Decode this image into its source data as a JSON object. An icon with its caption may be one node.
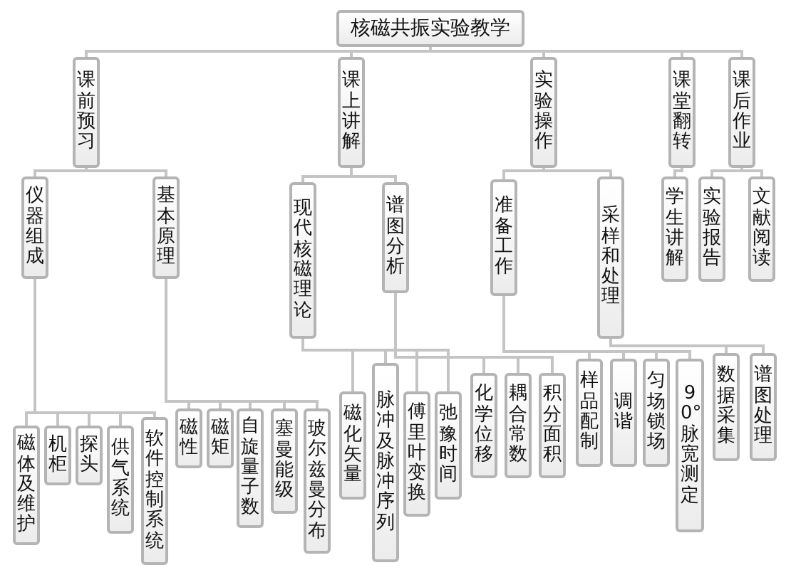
{
  "diagram": {
    "nodes": [
      {
        "text": [
          "核磁共振实验教学"
        ]
      },
      {
        "text": [
          "课前预习"
        ]
      },
      {
        "text": [
          "课上讲解"
        ]
      },
      {
        "text": [
          "实验操作"
        ]
      },
      {
        "text": [
          "课堂翻转"
        ]
      },
      {
        "text": [
          "课后作业"
        ]
      },
      {
        "text": [
          "仪器组成"
        ]
      },
      {
        "text": [
          "基本原理"
        ]
      },
      {
        "text": [
          "现代核磁理论"
        ]
      },
      {
        "text": [
          "谱图分析"
        ]
      },
      {
        "text": [
          "准备工作"
        ]
      },
      {
        "text": [
          "采样和处理"
        ]
      },
      {
        "text": [
          "学生讲解"
        ]
      },
      {
        "text": [
          "实验报告"
        ]
      },
      {
        "text": [
          "文献阅读"
        ]
      },
      {
        "text": [
          "磁体及维护"
        ]
      },
      {
        "text": [
          "机柜"
        ]
      },
      {
        "text": [
          "探头"
        ]
      },
      {
        "text": [
          "供气系统"
        ]
      },
      {
        "text": [
          "软件控制系统"
        ]
      },
      {
        "text": [
          "磁性"
        ]
      },
      {
        "text": [
          "磁矩"
        ]
      },
      {
        "text": [
          "自旋量子数"
        ]
      },
      {
        "text": [
          "塞曼能级"
        ]
      },
      {
        "text": [
          "玻尔兹曼分布"
        ]
      },
      {
        "text": [
          "磁化矢量"
        ]
      },
      {
        "text": [
          "脉冲及脉冲序列"
        ]
      },
      {
        "text": [
          "傅里叶变换"
        ]
      },
      {
        "text": [
          "弛豫时间"
        ]
      },
      {
        "text": [
          "化学位移"
        ]
      },
      {
        "text": [
          "耦合常数"
        ]
      },
      {
        "text": [
          "积分面积"
        ]
      },
      {
        "text": [
          "样品配制"
        ]
      },
      {
        "text": [
          "调谐"
        ]
      },
      {
        "text": [
          "匀场锁场"
        ]
      },
      {
        "text": [
          "90°脉宽测定"
        ]
      },
      {
        "text": [
          "数据采集"
        ]
      },
      {
        "text": [
          "谱图处理"
        ]
      }
    ],
    "edges": [
      {
        "from": 0,
        "to": 1,
        "arrow": "none"
      },
      {
        "from": 0,
        "to": 2,
        "arrow": "none"
      },
      {
        "from": 0,
        "to": 3,
        "arrow": "none"
      },
      {
        "from": 0,
        "to": 4,
        "arrow": "none"
      },
      {
        "from": 0,
        "to": 5,
        "arrow": "none"
      },
      {
        "from": 1,
        "to": 6,
        "arrow": "none"
      },
      {
        "from": 1,
        "to": 7,
        "arrow": "none"
      },
      {
        "from": 2,
        "to": 8,
        "arrow": "none"
      },
      {
        "from": 2,
        "to": 9,
        "arrow": "none"
      },
      {
        "from": 3,
        "to": 10,
        "arrow": "none"
      },
      {
        "from": 3,
        "to": 11,
        "arrow": "none"
      },
      {
        "from": 4,
        "to": 12,
        "arrow": "none"
      },
      {
        "from": 5,
        "to": 13,
        "arrow": "none"
      },
      {
        "from": 5,
        "to": 14,
        "arrow": "none"
      },
      {
        "from": 6,
        "to": 15,
        "arrow": "none"
      },
      {
        "from": 6,
        "to": 16,
        "arrow": "none"
      },
      {
        "from": 6,
        "to": 17,
        "arrow": "none"
      },
      {
        "from": 6,
        "to": 18,
        "arrow": "none"
      },
      {
        "from": 6,
        "to": 19,
        "arrow": "none"
      },
      {
        "from": 7,
        "to": 20,
        "arrow": "none"
      },
      {
        "from": 7,
        "to": 21,
        "arrow": "none"
      },
      {
        "from": 7,
        "to": 22,
        "arrow": "none"
      },
      {
        "from": 7,
        "to": 23,
        "arrow": "none"
      },
      {
        "from": 7,
        "to": 24,
        "arrow": "none"
      },
      {
        "from": 8,
        "to": 25,
        "arrow": "none"
      },
      {
        "from": 8,
        "to": 26,
        "arrow": "none"
      },
      {
        "from": 8,
        "to": 27,
        "arrow": "none"
      },
      {
        "from": 8,
        "to": 28,
        "arrow": "none"
      },
      {
        "from": 9,
        "to": 29,
        "arrow": "none"
      },
      {
        "from": 9,
        "to": 30,
        "arrow": "none"
      },
      {
        "from": 9,
        "to": 31,
        "arrow": "none"
      },
      {
        "from": 10,
        "to": 32,
        "arrow": "none"
      },
      {
        "from": 10,
        "to": 33,
        "arrow": "none"
      },
      {
        "from": 10,
        "to": 34,
        "arrow": "none"
      },
      {
        "from": 10,
        "to": 35,
        "arrow": "none"
      },
      {
        "from": 11,
        "to": 36,
        "arrow": "none"
      },
      {
        "from": 11,
        "to": 37,
        "arrow": "none"
      }
    ]
  }
}
